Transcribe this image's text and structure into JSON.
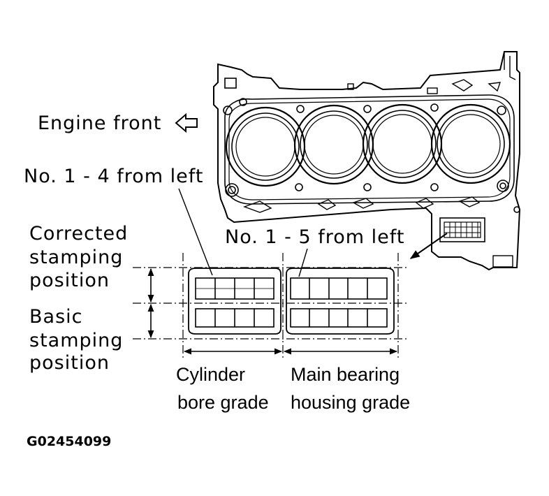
{
  "labels": {
    "engine_front": "Engine front",
    "cyl_sequence": "No. 1 - 4 from left",
    "bearing_sequence": "No. 1 - 5 from left",
    "corrected_line1": "Corrected",
    "corrected_line2": "stamping",
    "corrected_line3": "position",
    "basic_line1": "Basic",
    "basic_line2": "stamping",
    "basic_line3": "position",
    "cylinder_line1": "Cylinder",
    "cylinder_line2": "bore grade",
    "bearing_line1": "Main bearing",
    "bearing_line2": "housing grade",
    "figure_id": "G02454099"
  },
  "colors": {
    "ink": "#000000",
    "paper": "#ffffff"
  },
  "icons": {
    "direction_arrow": "arrow-left-outline-icon"
  }
}
